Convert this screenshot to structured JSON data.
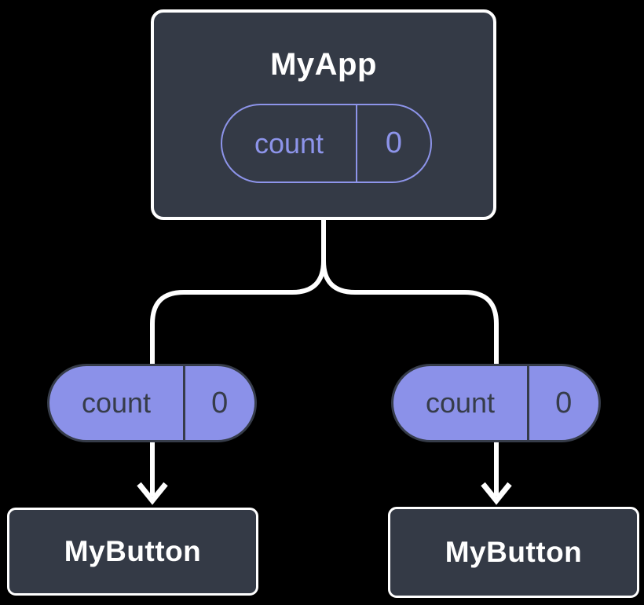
{
  "diagram": {
    "root": {
      "label": "MyApp",
      "state": {
        "name": "count",
        "value": "0"
      }
    },
    "props": [
      {
        "name": "count",
        "value": "0"
      },
      {
        "name": "count",
        "value": "0"
      }
    ],
    "children": [
      {
        "label": "MyButton"
      },
      {
        "label": "MyButton"
      }
    ],
    "colors": {
      "background": "#000000",
      "node_fill": "#343A46",
      "node_border": "#FFFFFF",
      "accent_purple": "#8D94EA",
      "pill_fill": "#8B91E9",
      "pill_dark_text": "#363C49",
      "connector": "#FFFFFF"
    }
  }
}
